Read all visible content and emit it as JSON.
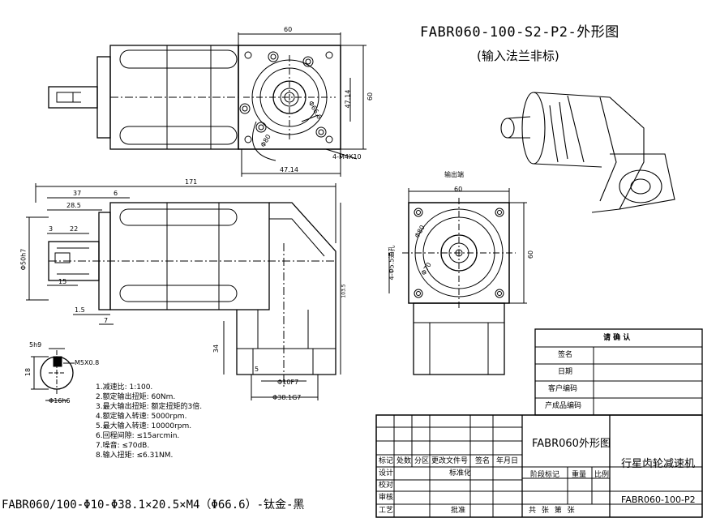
{
  "drawing": {
    "title": "FABR060-100-S2-P2-外形图",
    "subtitle": "(输入法兰非标)",
    "output_label": "输出端",
    "footer": "FABR060/100-Φ10-Φ38.1×20.5×M4（Φ66.6）-钛金-黑"
  },
  "dimensions": {
    "top_width": "60",
    "top_side_60": "60",
    "top_47_14_v": "47.14",
    "top_47_14_h": "47.14",
    "top_66_6": "Φ66.6",
    "top_80": "Φ80",
    "top_bolt": "4-M4X10",
    "len_171": "171",
    "len_37": "37",
    "len_6": "6",
    "len_28_5": "28.5",
    "len_3": "3",
    "len_22": "22",
    "len_15": "15",
    "len_1_5": "1.5",
    "len_7": "7",
    "shaft_dia": "Φ50h7",
    "height_103": "103.5",
    "len_34": "34",
    "len_5": "5",
    "bore_10": "Φ10F7",
    "bore_38": "Φ38.1G7",
    "right_60_top": "60",
    "right_60_side": "60",
    "right_80": "Φ80",
    "right_70": "Φ70",
    "right_holes": "4-Φ5.5通孔",
    "key_5h9": "5h9",
    "key_18": "18",
    "key_m5": "M5X0.8",
    "key_16": "Φ16h6"
  },
  "notes": [
    "1.减速比: 1:100.",
    "2.额定输出扭矩: 60Nm.",
    "3.最大输出扭矩: 额定扭矩的3倍.",
    "4.额定输入转速: 5000rpm.",
    "5.最大输入转速: 10000rpm.",
    "6.回程间隙: ≤15arcmin.",
    "7.噪音: ≤70dB.",
    "8.输入扭矩: ≤6.31NM."
  ],
  "confirm_table": {
    "header": "请 确 认",
    "rows": [
      "签名",
      "日期",
      "客户编码",
      "产成品编码"
    ]
  },
  "title_block": {
    "drawing_name": "FABR060外形图",
    "product_name": "行星齿轮减速机",
    "drawing_no": "FABR060-100-P2",
    "rev_headers": [
      "标记",
      "处数",
      "分区",
      "更改文件号",
      "签名",
      "年月日"
    ],
    "roles": [
      "设计",
      "校对",
      "审核",
      "工艺"
    ],
    "standard": "标准化",
    "approve": "批准",
    "stage": "阶段标记",
    "weight": "重量",
    "scale": "比例",
    "sheets": "共 张 第 张"
  }
}
